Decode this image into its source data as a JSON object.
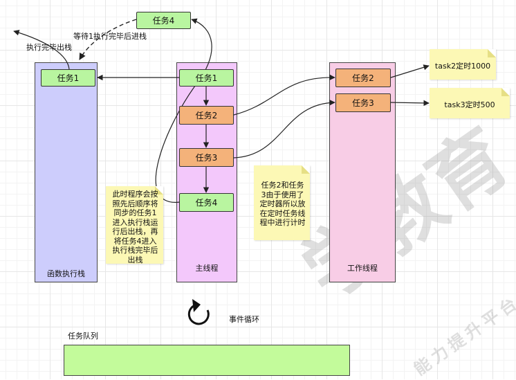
{
  "lanes": {
    "stack_label": "函数执行栈",
    "main_label": "主线程",
    "worker_label": "工作线程"
  },
  "tasks": {
    "stack_task1": "任务1",
    "top_task4": "任务4",
    "main_task1": "任务1",
    "main_task2": "任务2",
    "main_task3": "任务3",
    "main_task4": "任务4",
    "worker_task2": "任务2",
    "worker_task3": "任务3"
  },
  "labels": {
    "wait_push": "等待1执行完毕后进栈",
    "done_pop": "执行完毕出栈",
    "event_loop": "事件循环",
    "task_queue": "任务队列"
  },
  "notes": {
    "timer2": "task2定时1000",
    "timer3": "task3定时500",
    "order_note": "此时程序会按照先后顺序将同步的任务1进入执行栈运行后出栈，再将任务4进入执行栈完毕后出栈",
    "timer_note": "任务2和任务3由于使用了定时器所以放在定时任务线程中进行计时"
  },
  "watermark": {
    "large": "学教育",
    "small": "能力提升平台"
  },
  "colors": {
    "stack_lane": "#cdcdfc",
    "main_lane": "#f3c8fb",
    "worker_lane": "#f8cde6",
    "task_green": "#b9f5a0",
    "task_orange": "#f4b27a",
    "note_yellow": "#fcf8b5",
    "queue_fill": "#c3fb9b"
  }
}
